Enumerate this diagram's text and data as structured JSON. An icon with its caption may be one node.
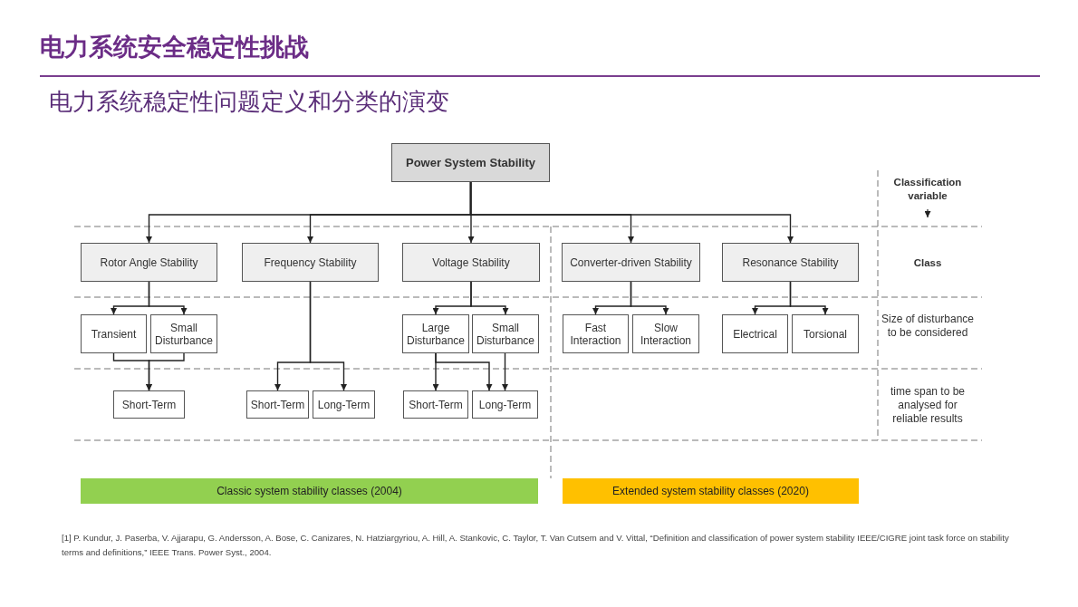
{
  "diagram": {
    "title": "电力系统安全稳定性挑战",
    "nodes": [
      {
        "text": [
          "Power System Stability"
        ]
      },
      {
        "text": [
          "Rotor Angle Stability"
        ]
      },
      {
        "text": [
          "Frequency Stability"
        ]
      },
      {
        "text": [
          "Voltage Stability"
        ]
      },
      {
        "text": [
          "Converter-driven Stability"
        ]
      },
      {
        "text": [
          "Resonance Stability"
        ]
      },
      {
        "text": [
          "Transient"
        ]
      },
      {
        "text": [
          "Small Disturbance"
        ]
      },
      {
        "text": [
          "Large Disturbance"
        ]
      },
      {
        "text": [
          "Small Disturbance"
        ]
      },
      {
        "text": [
          "Fast Interaction"
        ]
      },
      {
        "text": [
          "Slow Interaction"
        ]
      },
      {
        "text": [
          "Electrical"
        ]
      },
      {
        "text": [
          "Torsional"
        ]
      },
      {
        "text": [
          "Short-Term"
        ]
      },
      {
        "text": [
          "Short-Term"
        ]
      },
      {
        "text": [
          "Long-Term"
        ]
      },
      {
        "text": [
          "Short-Term"
        ]
      },
      {
        "text": [
          "Long-Term"
        ]
      },
      {
        "text": [
          "Classic system stability classes (2004)"
        ]
      },
      {
        "text": [
          "Extended system stability classes (2020)"
        ]
      }
    ],
    "edges": [
      {
        "from": 0,
        "to": 1,
        "arrow": "to"
      },
      {
        "from": 0,
        "to": 2,
        "arrow": "to"
      },
      {
        "from": 0,
        "to": 3,
        "arrow": "to"
      },
      {
        "from": 0,
        "to": 4,
        "arrow": "to"
      },
      {
        "from": 0,
        "to": 5,
        "arrow": "to"
      },
      {
        "from": 1,
        "to": 6,
        "arrow": "to"
      },
      {
        "from": 1,
        "to": 7,
        "arrow": "to"
      },
      {
        "from": 3,
        "to": 8,
        "arrow": "to"
      },
      {
        "from": 3,
        "to": 9,
        "arrow": "to"
      },
      {
        "from": 4,
        "to": 10,
        "arrow": "to"
      },
      {
        "from": 4,
        "to": 11,
        "arrow": "to"
      },
      {
        "from": 5,
        "to": 12,
        "arrow": "to"
      },
      {
        "from": 5,
        "to": 13,
        "arrow": "to"
      },
      {
        "from": 6,
        "to": 14,
        "arrow": "to"
      },
      {
        "from": 7,
        "to": 14,
        "arrow": "to"
      },
      {
        "from": 2,
        "to": 15,
        "arrow": "to"
      },
      {
        "from": 2,
        "to": 16,
        "arrow": "to"
      },
      {
        "from": 8,
        "to": 17,
        "arrow": "to"
      },
      {
        "from": 8,
        "to": 18,
        "arrow": "to"
      },
      {
        "from": 9,
        "to": 18,
        "arrow": "to"
      }
    ],
    "labels": [
      "电力系统稳定性问题定义和分类的演变",
      "Classification variable",
      "Class",
      "Size of disturbance to be considered",
      "time span to be analysed for reliable results",
      "[1] P. Kundur, J. Paserba, V. Ajjarapu, G. Andersson, A. Bose, C. Canizares, N. Hatziargyriou, A. Hill, A. Stankovic, C. Taylor, T. Van Cutsem and V. Vittal, “Definition and classification of power system stability IEEE/CIGRE joint task force on stability terms and definitions,” IEEE Trans. Power Syst., 2004."
    ]
  }
}
